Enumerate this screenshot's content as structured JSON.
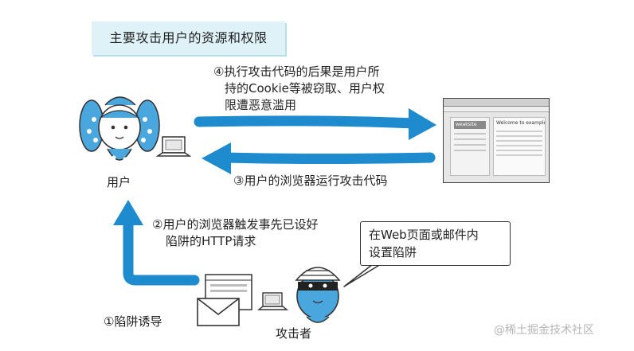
{
  "title": "主要攻击用户的资源和权限",
  "steps": {
    "step4": [
      "④执行攻击代码的后果是用户所",
      "持的Cookie等被窃取、用户权",
      "限遭恶意滥用"
    ],
    "step3": "③用户的浏览器运行攻击代码",
    "step2": [
      "②用户的浏览器触发事先已设好",
      "陷阱的HTTP请求"
    ],
    "step1": "①陷阱诱导"
  },
  "actors": {
    "user": "用户",
    "attacker": "攻击者"
  },
  "callout": [
    "在Web页面或邮件内",
    "设置陷阱"
  ],
  "browser_window": {
    "logo": "weaksite",
    "heading": "Welcome to example.com"
  },
  "watermark": "@稀土掘金技术社区",
  "colors": {
    "arrow": "#1e8bcf",
    "title_bg": "#dff2f8",
    "character_blue": "#4aa7de"
  },
  "icons": [
    "user-girl-icon",
    "laptop-icon",
    "attacker-thief-icon",
    "envelope-icon",
    "webpage-icon",
    "browser-window-icon"
  ]
}
